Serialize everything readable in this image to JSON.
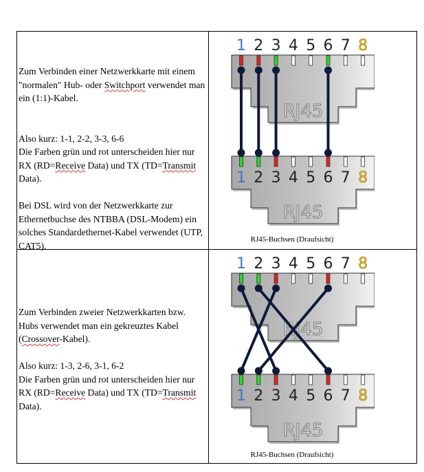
{
  "rows": [
    {
      "text": {
        "p1_a": "Zum Verbinden einer Netzwerkkarte mit einem \"normalen\" Hub- oder ",
        "p1_sq": "Switchport",
        "p1_b": " verwendet man ein (1:1)-Kabel.",
        "p2_l1": "Also kurz: 1-1, 2-2, 3-3, 6-6",
        "p2_a": "Die Farben grün und rot unterscheiden hier nur RX (RD=",
        "p2_sq1": "Receive",
        "p2_b": " Data) und TX (TD=",
        "p2_sq2": "Transmit",
        "p2_c": " Data).",
        "p3": "Bei DSL wird von der Netzwerkkarte zur Ethernetbuchse des NTBBA (DSL-Modem) ein solches Standardethernet-Kabel verwendet (UTP, CAT5)."
      },
      "diagram": {
        "caption": "RJ45-Buchsen (Draufsicht)",
        "label": "RJ45",
        "pins": [
          "1",
          "2",
          "3",
          "4",
          "5",
          "6",
          "7",
          "8"
        ],
        "top_pin_colors": [
          "red",
          "red",
          "green",
          "white",
          "white",
          "green",
          "white",
          "white"
        ],
        "bottom_pin_colors": [
          "green",
          "green",
          "red",
          "white",
          "white",
          "red",
          "white",
          "white"
        ],
        "connections": [
          [
            1,
            1
          ],
          [
            2,
            2
          ],
          [
            3,
            3
          ],
          [
            6,
            6
          ]
        ]
      }
    },
    {
      "text": {
        "p1_a": "Zum Verbinden zweier Netzwerkkarten bzw. Hubs verwendet man ein gekreuztes Kabel (",
        "p1_sq": "Crossover",
        "p1_b": "-Kabel).",
        "p2_l1": "Also kurz: 1-3, 2-6, 3-1, 6-2",
        "p2_a": "Die Farben grün und rot unterscheiden hier nur RX (RD=",
        "p2_sq1": "Receive",
        "p2_b": " Data) und TX (TD=",
        "p2_sq2": "Transmit",
        "p2_c": " Data)."
      },
      "diagram": {
        "caption": "RJ45-Buchsen (Draufsicht)",
        "label": "RJ45",
        "pins": [
          "1",
          "2",
          "3",
          "4",
          "5",
          "6",
          "7",
          "8"
        ],
        "top_pin_colors": [
          "green",
          "green",
          "red",
          "white",
          "white",
          "red",
          "white",
          "white"
        ],
        "bottom_pin_colors": [
          "green",
          "green",
          "red",
          "white",
          "white",
          "red",
          "white",
          "white"
        ],
        "connections": [
          [
            1,
            3
          ],
          [
            2,
            6
          ],
          [
            3,
            1
          ],
          [
            6,
            2
          ]
        ]
      }
    }
  ],
  "colors": {
    "red": "#e8201c",
    "green": "#22dd22",
    "white": "#ffffff",
    "wire": "#0f1a3a",
    "pin1": "#3a78c8",
    "pin8": "#e8b820",
    "pin": "#222222"
  }
}
